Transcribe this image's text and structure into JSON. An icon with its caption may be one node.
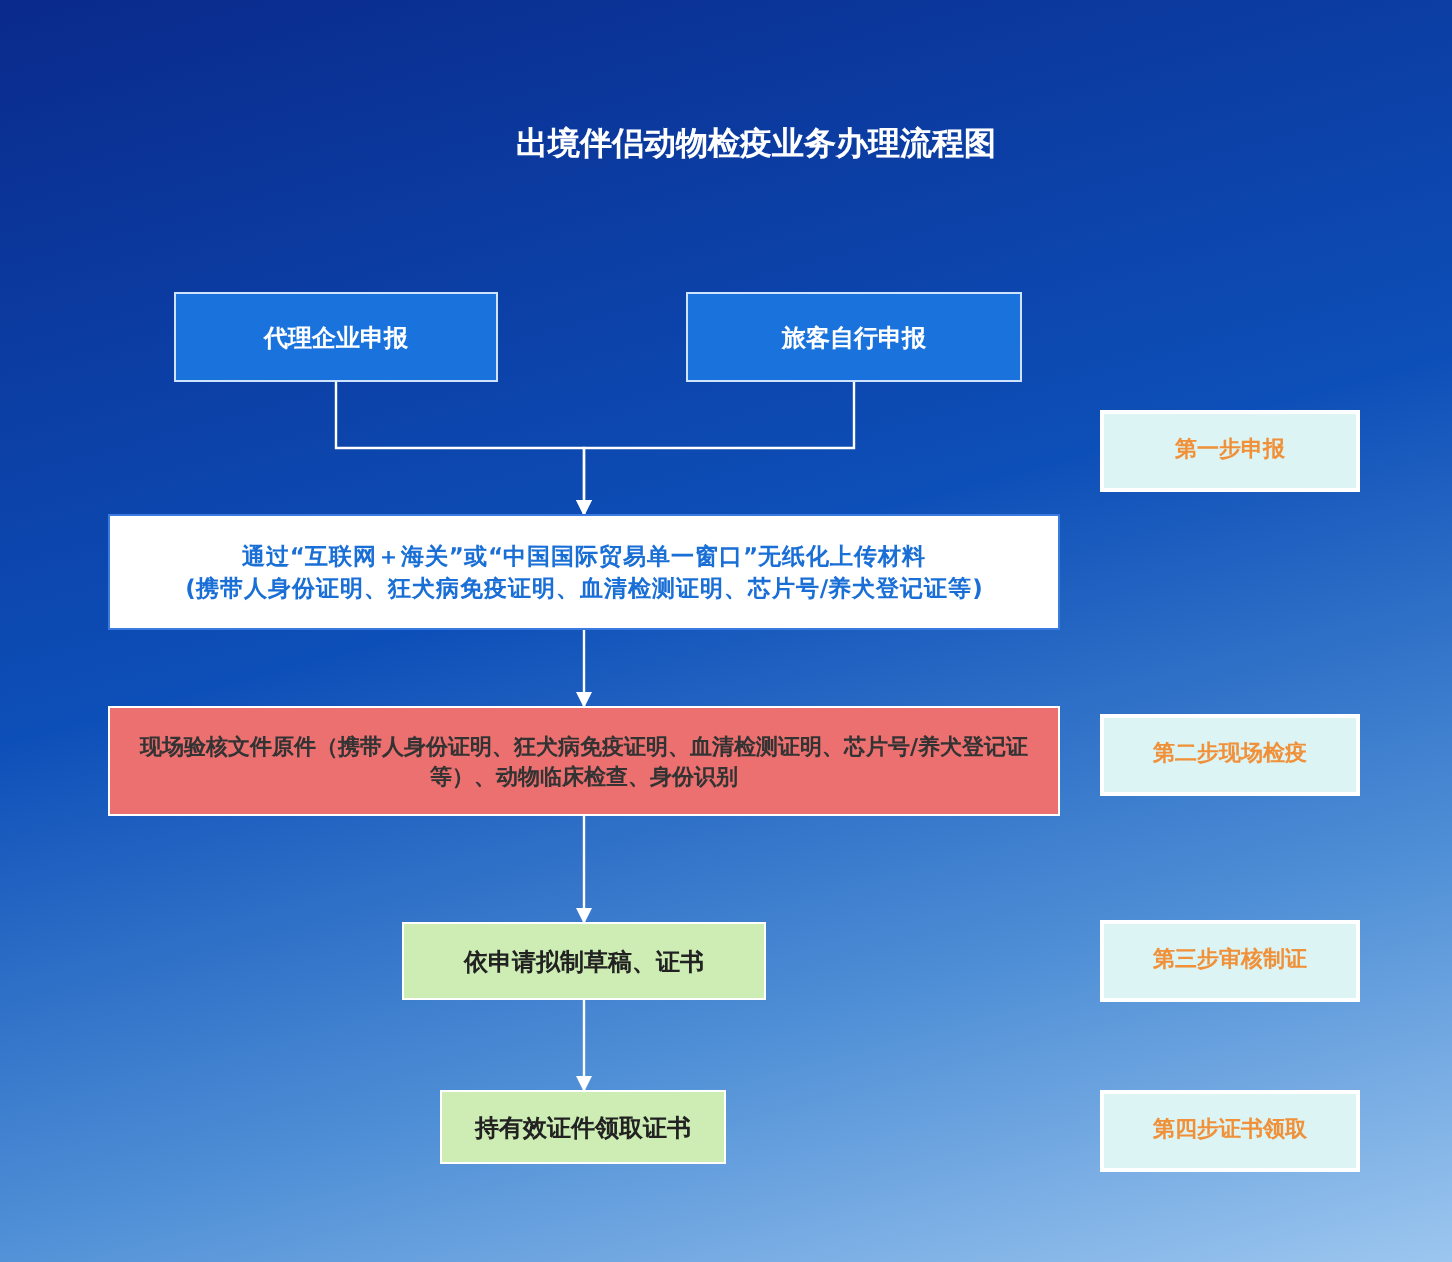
{
  "diagram": {
    "title": "出境伴侣动物检疫业务办理流程图",
    "nodes": [
      {
        "text": [
          "代理企业申报"
        ]
      },
      {
        "text": [
          "旅客自行申报"
        ]
      },
      {
        "text": [
          "通过“互联网＋海关”或“中国国际贸易单一窗口”无纸化上传材料",
          "(携带人身份证明、狂犬病免疫证明、血清检测证明、芯片号/养犬登记证等)"
        ]
      },
      {
        "text": [
          "现场验核文件原件（携带人身份证明、狂犬病免疫证明、血清检测证明、芯片号/养犬登记证等）、动物临床检查、身份识别"
        ]
      },
      {
        "text": [
          "依申请拟制草稿、证书"
        ]
      },
      {
        "text": [
          "持有效证件领取证书"
        ]
      },
      {
        "text": [
          "第一步申报"
        ]
      },
      {
        "text": [
          "第二步现场检疫"
        ]
      },
      {
        "text": [
          "第三步审核制证"
        ]
      },
      {
        "text": [
          "第四步证书领取"
        ]
      }
    ],
    "edges": [
      {
        "from": 0,
        "to": 2,
        "arrow": "to"
      },
      {
        "from": 1,
        "to": 2,
        "arrow": "to"
      },
      {
        "from": 2,
        "to": 3,
        "arrow": "to"
      },
      {
        "from": 3,
        "to": 4,
        "arrow": "to"
      },
      {
        "from": 4,
        "to": 5,
        "arrow": "to"
      }
    ]
  }
}
